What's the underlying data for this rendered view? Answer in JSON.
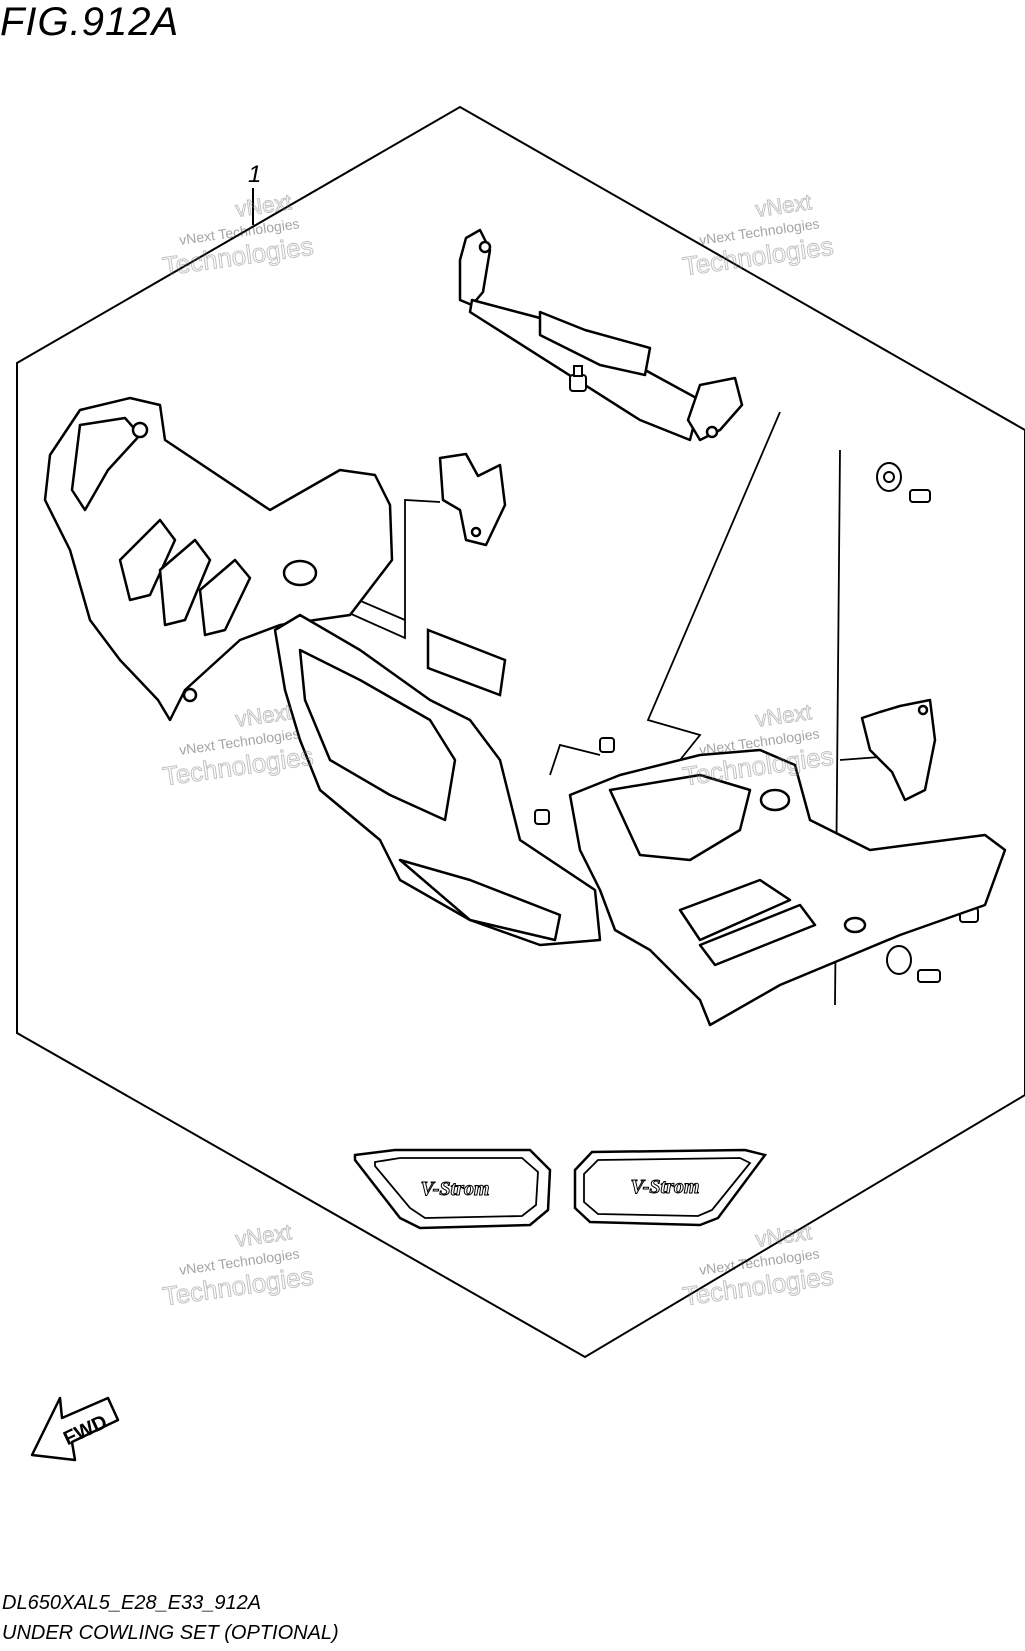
{
  "figure": {
    "title": "FIG.912A",
    "model_code": "DL650XAL5_E28_E33_912A",
    "set_title": "UNDER COWLING SET (OPTIONAL)"
  },
  "callouts": [
    {
      "label": "1"
    }
  ],
  "badges": [
    {
      "text": "V-Strom"
    },
    {
      "text": "V-Strom"
    }
  ],
  "fwd_arrow": {
    "label": "FWD"
  },
  "watermark": {
    "line1": "vNext",
    "line2": "vNext Technologies",
    "line3": "Technologies"
  }
}
